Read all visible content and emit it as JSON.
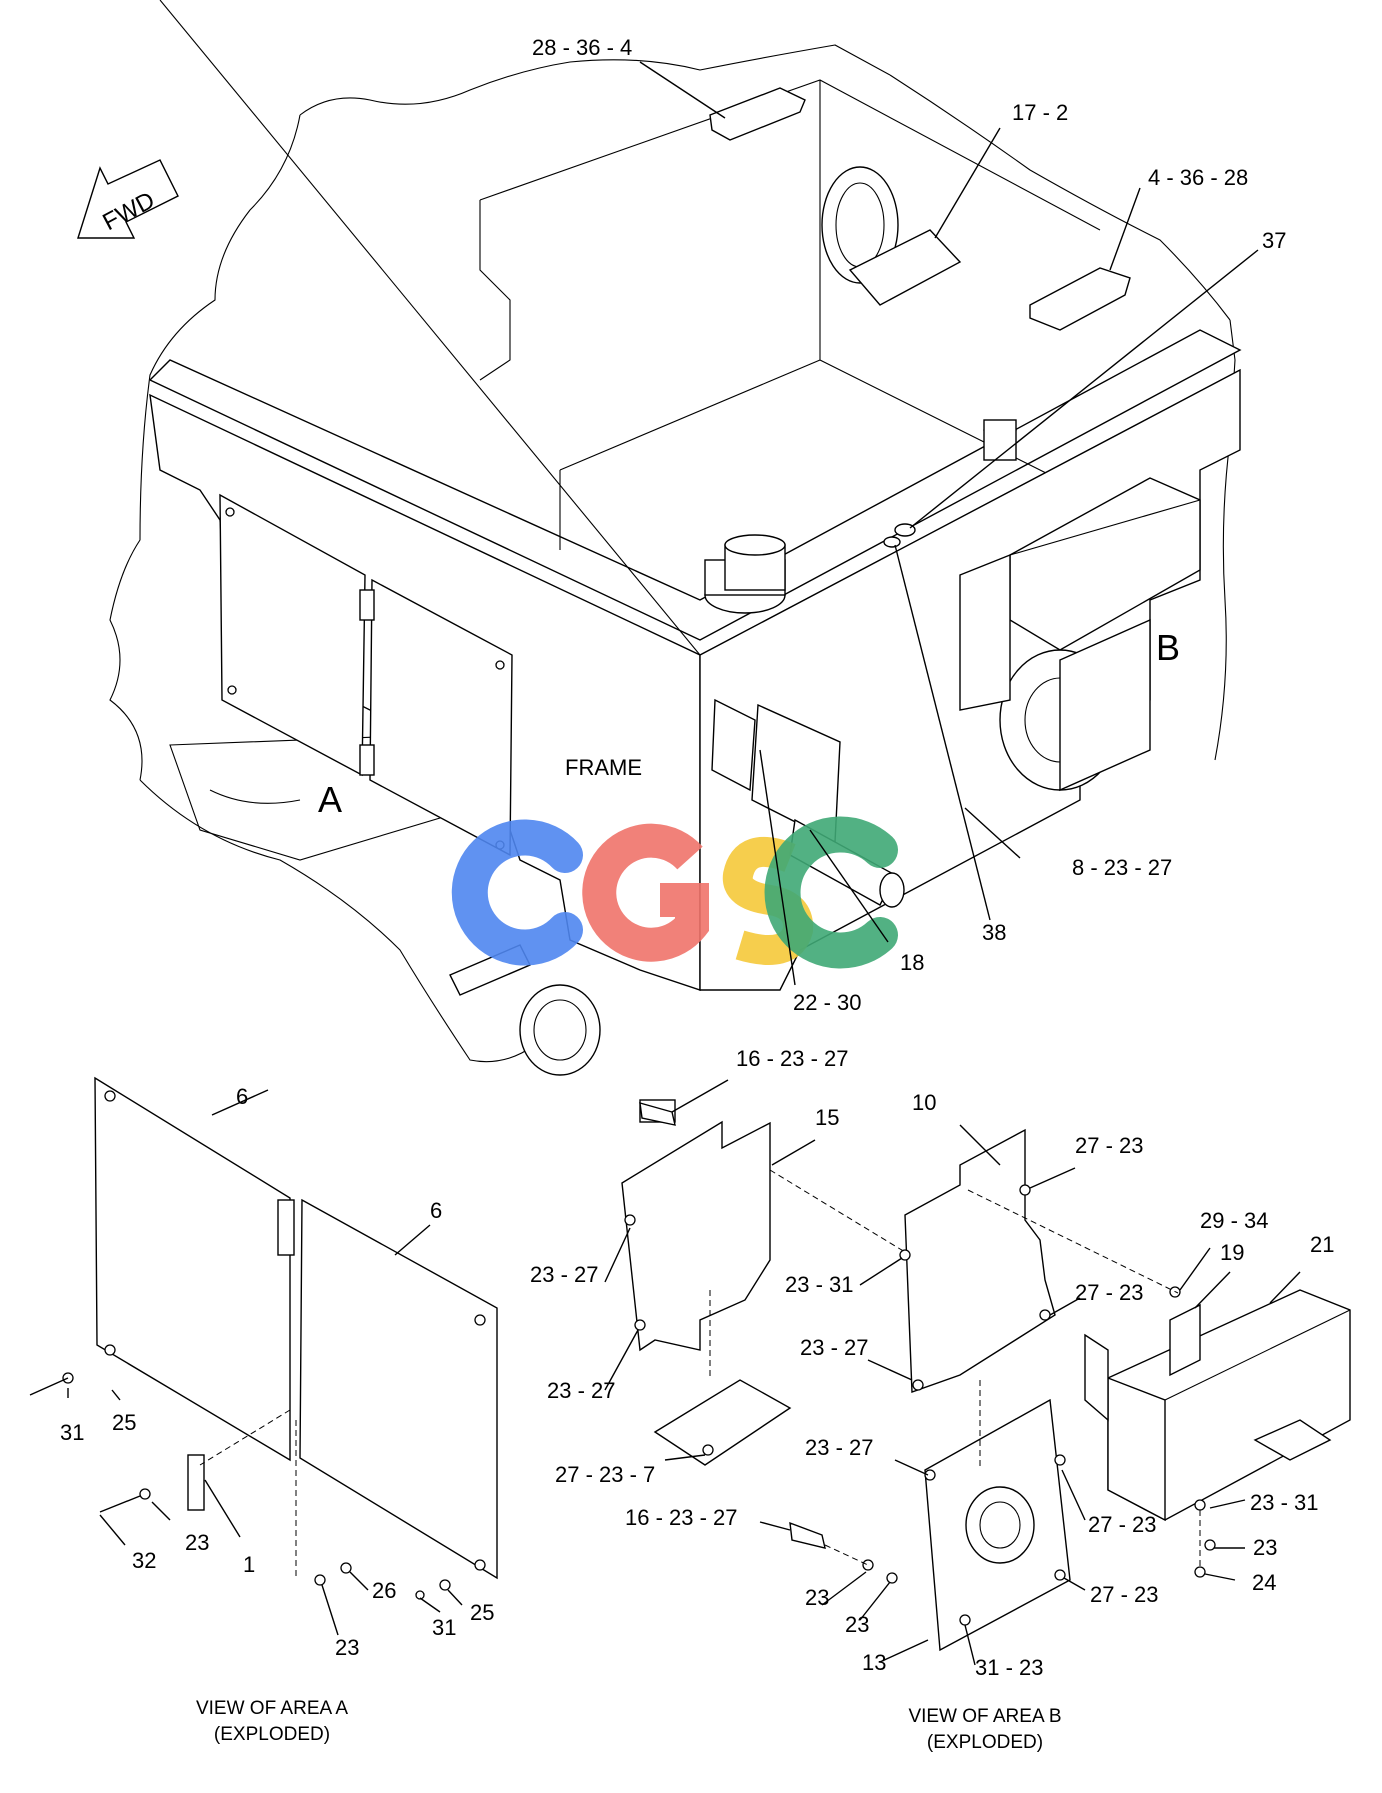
{
  "direction_arrow": {
    "label": "FWD"
  },
  "frame_label": "FRAME",
  "area_letters": {
    "a": "A",
    "b": "B"
  },
  "watermark": {
    "text": "CGSC",
    "colors": [
      "#4f86f0",
      "#f0736a",
      "#f5c93a",
      "#3fa876"
    ]
  },
  "callouts_main": {
    "c28_36_4": "28 - 36 - 4",
    "c17_2": "17 - 2",
    "c4_36_28": "4 - 36 - 28",
    "c37": "37",
    "c8_23_27": "8 - 23 - 27",
    "c38": "38",
    "c18": "18",
    "c22_30": "22 - 30"
  },
  "view_a": {
    "caption_line1": "VIEW OF AREA A",
    "caption_line2": "(EXPLODED)",
    "callouts": {
      "c6_left": "6",
      "c6_right": "6",
      "c25_left": "25",
      "c31_left": "31",
      "c23_a": "23",
      "c1": "1",
      "c32": "32",
      "c26": "26",
      "c31_right": "31",
      "c25_right": "25",
      "c23_b": "23"
    }
  },
  "view_b": {
    "caption_line1": "VIEW OF AREA B",
    "caption_line2": "(EXPLODED)",
    "callouts": {
      "c16_23_27_top": "16 - 23 - 27",
      "c15": "15",
      "c10": "10",
      "c27_23_a": "27 - 23",
      "c29_34": "29 - 34",
      "c19": "19",
      "c21": "21",
      "c23_27_a": "23 - 27",
      "c23_31_a": "23 - 31",
      "c27_23_b": "27 - 23",
      "c23_27_b": "23 - 27",
      "c23_27_c": "23 - 27",
      "c27_23_7": "27 - 23 - 7",
      "c23_27_d": "23 - 27",
      "c16_23_27_bottom": "16 - 23 - 27",
      "c27_23_c": "27 - 23",
      "c23_31_b": "23 - 31",
      "c23_c": "23",
      "c24": "24",
      "c27_23_d": "27 - 23",
      "c23_d": "23",
      "c23_e": "23",
      "c13": "13",
      "c31_23": "31 - 23"
    }
  }
}
